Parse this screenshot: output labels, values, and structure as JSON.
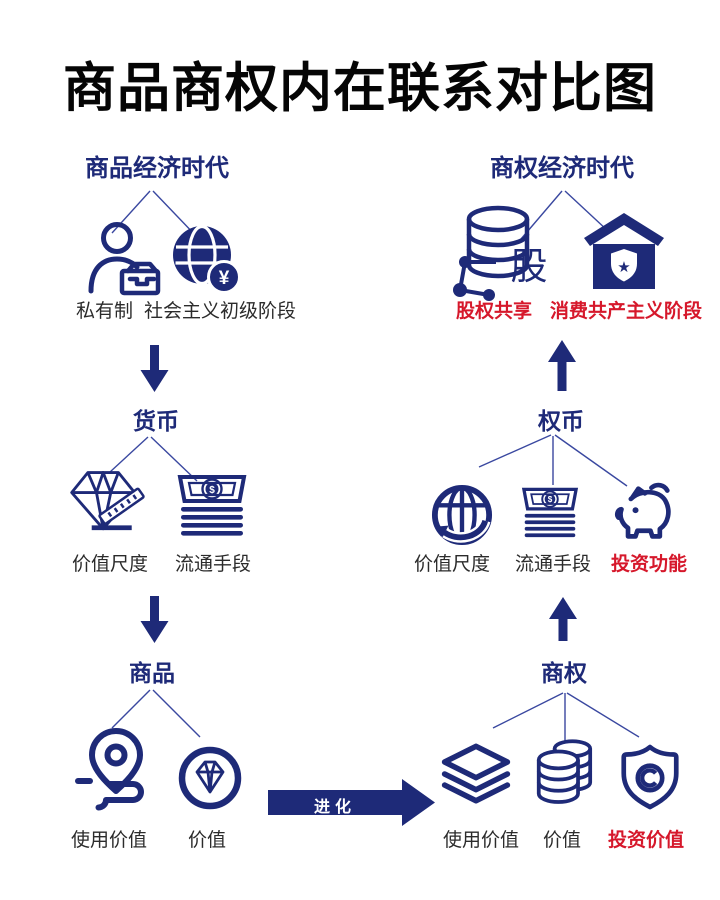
{
  "title": "商品商权内在联系对比图",
  "evolution": {
    "label": "进化"
  },
  "left": {
    "era": {
      "title": "商品经济时代",
      "items": [
        {
          "label": "私有制",
          "icon": "person-icon"
        },
        {
          "label": "社会主义初级阶段",
          "icon": "globe-yuan-icon"
        }
      ]
    },
    "currency": {
      "title": "货币",
      "items": [
        {
          "label": "价值尺度",
          "icon": "diamond-ruler-icon"
        },
        {
          "label": "流通手段",
          "icon": "banknote-stack-icon"
        }
      ]
    },
    "commodity": {
      "title": "商品",
      "items": [
        {
          "label": "使用价值",
          "icon": "map-pin-route-icon"
        },
        {
          "label": "价值",
          "icon": "diamond-circle-icon"
        }
      ]
    }
  },
  "right": {
    "era": {
      "title": "商权经济时代",
      "items": [
        {
          "label": "股权共享",
          "icon": "equity-database-icon",
          "emphasis": "red"
        },
        {
          "label": "消费共产主义阶段",
          "icon": "house-shield-icon",
          "emphasis": "red"
        }
      ]
    },
    "currency": {
      "title": "权币",
      "items": [
        {
          "label": "价值尺度",
          "icon": "globe-exchange-icon"
        },
        {
          "label": "流通手段",
          "icon": "banknote-stack-icon"
        },
        {
          "label": "投资功能",
          "icon": "piggy-bank-icon",
          "emphasis": "red"
        }
      ]
    },
    "commodity": {
      "title": "商权",
      "items": [
        {
          "label": "使用价值",
          "icon": "layers-icon"
        },
        {
          "label": "价值",
          "icon": "coin-stack-icon"
        },
        {
          "label": "投资价值",
          "icon": "shield-copyright-icon",
          "emphasis": "red"
        }
      ]
    }
  },
  "icon_text": {
    "equity_char": "股",
    "yuan_symbol": "¥",
    "dollar_symbol": "$",
    "star": "★"
  },
  "colors": {
    "navy": "#1e2a78",
    "red": "#d6182b",
    "title_black": "#050505"
  }
}
